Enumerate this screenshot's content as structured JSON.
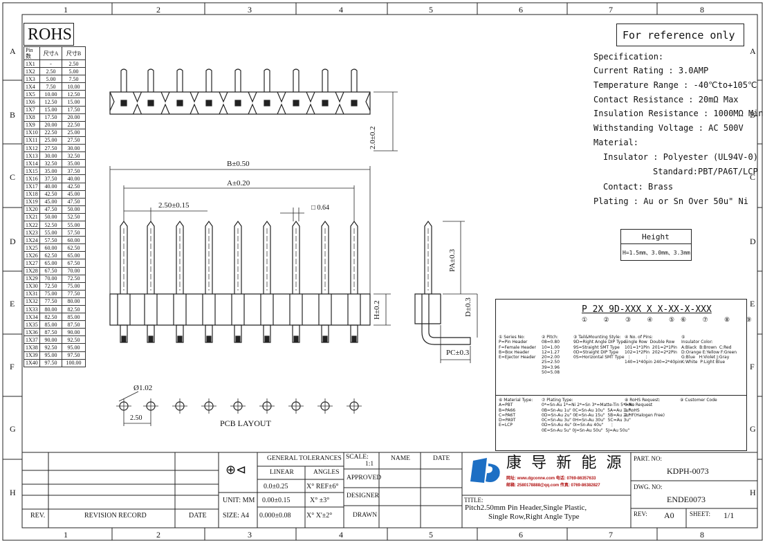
{
  "frame": {
    "cols": [
      "1",
      "2",
      "3",
      "4",
      "5",
      "6",
      "7",
      "8"
    ],
    "rows": [
      "A",
      "B",
      "C",
      "D",
      "E",
      "F",
      "G",
      "H"
    ]
  },
  "rohs": {
    "title": "ROHS",
    "header": [
      "Pin数",
      "尺寸A",
      "尺寸B"
    ],
    "rows": [
      [
        "1X1",
        "-",
        "2.50"
      ],
      [
        "1X2",
        "2.50",
        "5.00"
      ],
      [
        "1X3",
        "5.00",
        "7.50"
      ],
      [
        "1X4",
        "7.50",
        "10.00"
      ],
      [
        "1X5",
        "10.00",
        "12.50"
      ],
      [
        "1X6",
        "12.50",
        "15.00"
      ],
      [
        "1X7",
        "15.00",
        "17.50"
      ],
      [
        "1X8",
        "17.50",
        "20.00"
      ],
      [
        "1X9",
        "20.00",
        "22.50"
      ],
      [
        "1X10",
        "22.50",
        "25.00"
      ],
      [
        "1X11",
        "25.00",
        "27.50"
      ],
      [
        "1X12",
        "27.50",
        "30.00"
      ],
      [
        "1X13",
        "30.00",
        "32.50"
      ],
      [
        "1X14",
        "32.50",
        "35.00"
      ],
      [
        "1X15",
        "35.00",
        "37.50"
      ],
      [
        "1X16",
        "37.50",
        "40.00"
      ],
      [
        "1X17",
        "40.00",
        "42.50"
      ],
      [
        "1X18",
        "42.50",
        "45.00"
      ],
      [
        "1X19",
        "45.00",
        "47.50"
      ],
      [
        "1X20",
        "47.50",
        "50.00"
      ],
      [
        "1X21",
        "50.00",
        "52.50"
      ],
      [
        "1X22",
        "52.50",
        "55.00"
      ],
      [
        "1X23",
        "55.00",
        "57.50"
      ],
      [
        "1X24",
        "57.50",
        "60.00"
      ],
      [
        "1X25",
        "60.00",
        "62.50"
      ],
      [
        "1X26",
        "62.50",
        "65.00"
      ],
      [
        "1X27",
        "65.00",
        "67.50"
      ],
      [
        "1X28",
        "67.50",
        "70.00"
      ],
      [
        "1X29",
        "70.00",
        "72.50"
      ],
      [
        "1X30",
        "72.50",
        "75.00"
      ],
      [
        "1X31",
        "75.00",
        "77.50"
      ],
      [
        "1X32",
        "77.50",
        "80.00"
      ],
      [
        "1X33",
        "80.00",
        "82.50"
      ],
      [
        "1X34",
        "82.50",
        "85.00"
      ],
      [
        "1X35",
        "85.00",
        "87.50"
      ],
      [
        "1X36",
        "87.50",
        "90.00"
      ],
      [
        "1X37",
        "90.00",
        "92.50"
      ],
      [
        "1X38",
        "92.50",
        "95.00"
      ],
      [
        "1X39",
        "95.00",
        "97.50"
      ],
      [
        "1X40",
        "97.50",
        "100.00"
      ]
    ]
  },
  "reference_note": "For reference only",
  "spec": {
    "title": "Specification:",
    "current": "Current Rating : 3.0AMP",
    "temperature": "Temperature Range : -40℃to+105℃",
    "contact_res": "Contact Resistance : 20mΩ Max",
    "insulation_res": "Insulation Resistance : 1000MΩ Min",
    "voltage": "Withstanding Voltage : AC 500V",
    "material": "Material:",
    "insulator": "Insulator : Polyester (UL94V-0)",
    "standard": "Standard:PBT/PA6T/LCP",
    "contact": "Contact: Brass",
    "plating": "Plating : Au or Sn Over 50u\" Ni"
  },
  "height_box": {
    "title": "Height",
    "value": "H=1.5mm、3.0mm、3.3mm"
  },
  "dims": {
    "b": "B±0.50",
    "a": "A±0.20",
    "pitch": "2.50±0.15",
    "pin": "□ 0.64",
    "h_top": "2.0±0.2",
    "h": "H±0.2",
    "pa": "PA±0.3",
    "d": "D±0.3",
    "pc": "PC±0.3",
    "hole": "Ø1.02",
    "layout_pitch": "2.50",
    "pcb": "PCB LAYOUT"
  },
  "part_code": {
    "code": "P 2X 9D-XXX X X-XX-X-XXX",
    "series": [
      "① Series No:",
      "P=Pin Header",
      "F=Female Header",
      "B=Box Header",
      "E=Ejector Header"
    ],
    "pitch": [
      "② Pitch:",
      "08=0.80",
      "10=1.00",
      "12=1.27",
      "20=2.00",
      "25=2.50",
      "39=3.96",
      "50=5.08"
    ],
    "tail": [
      "③ Tail&Mounting Style:",
      "9D=Right Angle DIP Type",
      "9S=Straight SMT Type",
      "0D=Straight DIP Type",
      "0S=Horizontal SMT Type"
    ],
    "pins": [
      "④ No. of Pins:",
      "Single Row  Double Row",
      "101=1*1Pin  201=2*1Pin",
      "102=1*2Pin  202=2*2Pin",
      "  ⋮          ⋮",
      "140=1*40pin 240=2*40pin"
    ],
    "color": [
      "⑤",
      "Insulator Color:",
      "A:Black  B:Brown  C:Red",
      "D:Orange E:Yellow F:Green",
      "G:Blue   H:Violet J:Gray",
      "K:White  P:Light Blue"
    ],
    "mat": [
      "⑥ Material Type:",
      "A=PBT",
      "B=PA66",
      "C=PA6T",
      "D=PA9T",
      "E=LCP"
    ],
    "plating": [
      "⑦ Plating Type:",
      "0*=Sn-Au 1*=Ni 2*=Sn 3*=Matte-Tin 5*=Au",
      "0B=Sn-Au 1u\" 0C=Sn-Au 10u\"  5A=Au 1u\"",
      "0D=Sn-Au 2u\" 0E=Sn-Au 15u\"  5B=Au 2u\"",
      "0C=Sn-Au 3u\" 0H=Sn-Au 30u\"  5C=Au 3u\"",
      "0D=Sn-Au 4u\" 0I=Sn-Au 40u\"     ⋮",
      "0E=Sn-Au 5u\" 0J=Sn-Au 50u\"  5J=Au 50u\""
    ],
    "rohs": [
      "⑧ RoHS Request:",
      "0:No Request",
      "1:RoHS",
      "2:HF(Halogen Free)"
    ],
    "customer": "⑨ Customer Code"
  },
  "title_block": {
    "tol_title": "GENERAL TOLERANCES",
    "linear": "LINEAR",
    "angles": "ANGLES",
    "lin": [
      "0.0±0.25",
      "0.00±0.15",
      "0.000±0.08"
    ],
    "ang": [
      "X° REF±6°",
      "X° ±3°",
      "X° X'±2°"
    ],
    "unit": "UNIT: MM",
    "size": "SIZE: A4",
    "scale_label": "SCALE:",
    "scale": "1:1",
    "approved": "APPROVED",
    "designer": "DESIGNER",
    "drawn": "DRAWN",
    "name": "NAME",
    "date": "DATE",
    "rev": "REV.",
    "rev_record": "REVISION RECORD",
    "rev_date": "DATE",
    "company": "康 导 新 能 源",
    "contact1": "网址: www.dgconne.com  电话: 0769-86357633",
    "contact2": "邮箱: 2580178888@qq.com 传真: 0769-86382827",
    "title_label": "TITLE:",
    "title1": "Pitch2.50mm Pin Header,Single Plastic,",
    "title2": "Single Row,Right Angle Type",
    "partno_label": "PART. NO:",
    "partno": "KDPH-0073",
    "dwg_label": "DWG. NO:",
    "dwg": "ENDE0073",
    "rev_label": "REV:",
    "rev_val": "A0",
    "sheet_label": "SHEET:",
    "sheet": "1/1"
  }
}
